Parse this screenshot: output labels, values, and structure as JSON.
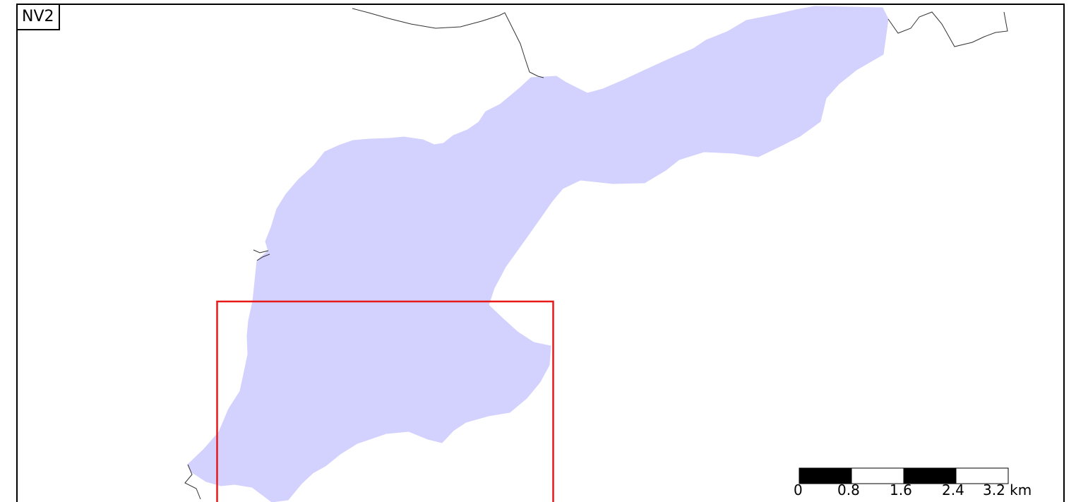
{
  "map": {
    "label": "NV2",
    "colors": {
      "lake_fill": "#d3d1fd",
      "frame_stroke": "#000000",
      "highlight_box": "#e81919",
      "boundary_line": "#333333"
    },
    "scale_bar": {
      "ticks": [
        "0",
        "0.8",
        "1.6",
        "2.4",
        "3.2 km"
      ]
    }
  }
}
